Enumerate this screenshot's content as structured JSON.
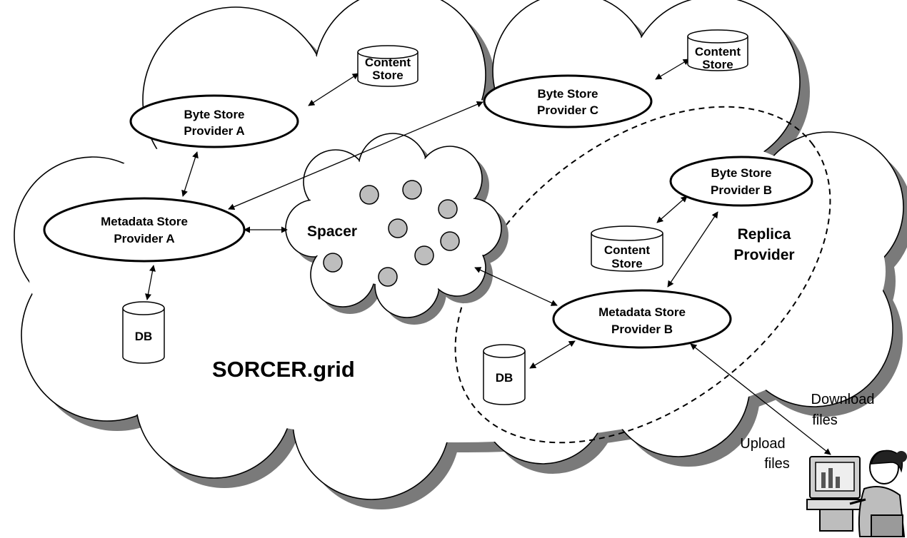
{
  "grid_label": "SORCER.grid",
  "spacer_label": "Spacer",
  "byte_store_a": [
    "Byte Store",
    "Provider A"
  ],
  "byte_store_b": [
    "Byte Store",
    "Provider B"
  ],
  "byte_store_c": [
    "Byte Store",
    "Provider C"
  ],
  "metadata_store_a": [
    "Metadata Store",
    "Provider A"
  ],
  "metadata_store_b": [
    "Metadata Store",
    "Provider B"
  ],
  "content_store_1": [
    "Content",
    "Store"
  ],
  "content_store_2": [
    "Content",
    "Store"
  ],
  "content_store_3": [
    "Content",
    "Store"
  ],
  "db_a": "DB",
  "db_b": "DB",
  "replica_label": [
    "Replica",
    "Provider"
  ],
  "download_label": [
    "Download",
    "files"
  ],
  "upload_label": [
    "Upload",
    "files"
  ],
  "icons": {
    "user": "user-at-computer-icon"
  },
  "colors": {
    "shadow": "#7a7a7a",
    "dot": "#bdbdbd",
    "line": "#000000"
  }
}
